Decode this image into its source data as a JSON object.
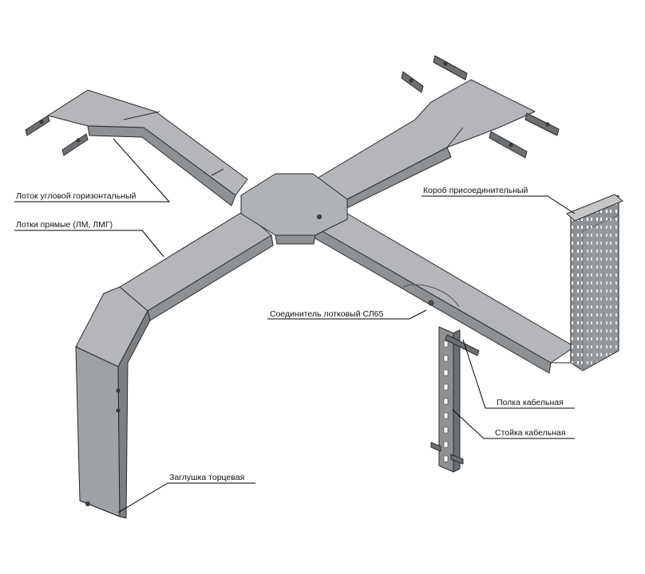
{
  "labels": {
    "corner_tray": "Лоток угловой горизонтальный",
    "straight_trays": "Лотки прямые (ЛМ, ЛМГ)",
    "connector_box": "Короб присоединительный",
    "tray_connector": "Соединитель лотковый СЛ65",
    "cable_shelf": "Полка кабельная",
    "cable_post": "Стойка кабельная",
    "end_cap": "Заглушка торцевая"
  },
  "colors": {
    "tray_top": "#b4b6b9",
    "tray_side": "#8e9194",
    "tray_dark": "#6d7073",
    "outline": "#2a2a2a",
    "leader": "#000000"
  }
}
